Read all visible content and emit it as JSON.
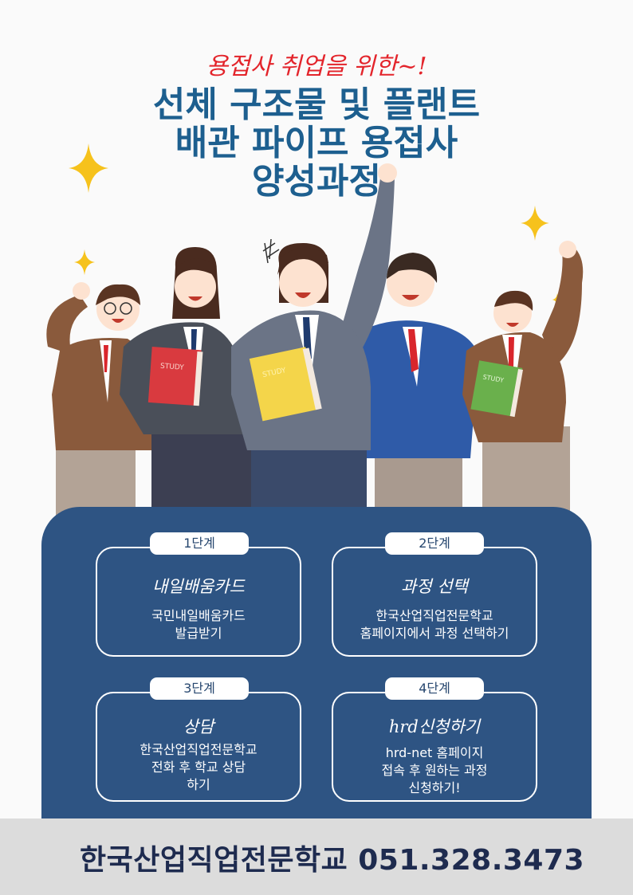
{
  "header": {
    "subtitle": "용접사 취업을 위한~!",
    "title_line1": "선체 구조물 및 플랜트",
    "title_line2": "배관 파이프 용접사",
    "title_line3": "양성과정"
  },
  "illustration": {
    "book_label": "STUDY"
  },
  "steps": [
    {
      "badge": "1단계",
      "title": "내일배움카드",
      "desc": [
        "국민내일배움카드",
        "발급받기"
      ]
    },
    {
      "badge": "2단계",
      "title": "과정 선택",
      "desc": [
        "한국산업직업전문학교",
        "홈페이지에서 과정 선택하기"
      ]
    },
    {
      "badge": "3단계",
      "title": "상담",
      "desc": [
        "한국산업직업전문학교",
        "전화 후 학교 상담",
        "하기"
      ]
    },
    {
      "badge": "4단계",
      "title": "hrd신청하기",
      "desc": [
        "hrd-net 홈페이지",
        "접속 후 원하는 과정",
        "신청하기!"
      ]
    }
  ],
  "footer": {
    "contact": "한국산업직업전문학교 051.328.3473"
  },
  "colors": {
    "title_blue": "#1d5f8f",
    "subtitle_red": "#e3242b",
    "panel_navy": "#2e5483",
    "footer_gray": "#dcdcdc",
    "sparkle_yellow": "#f6c21c"
  }
}
